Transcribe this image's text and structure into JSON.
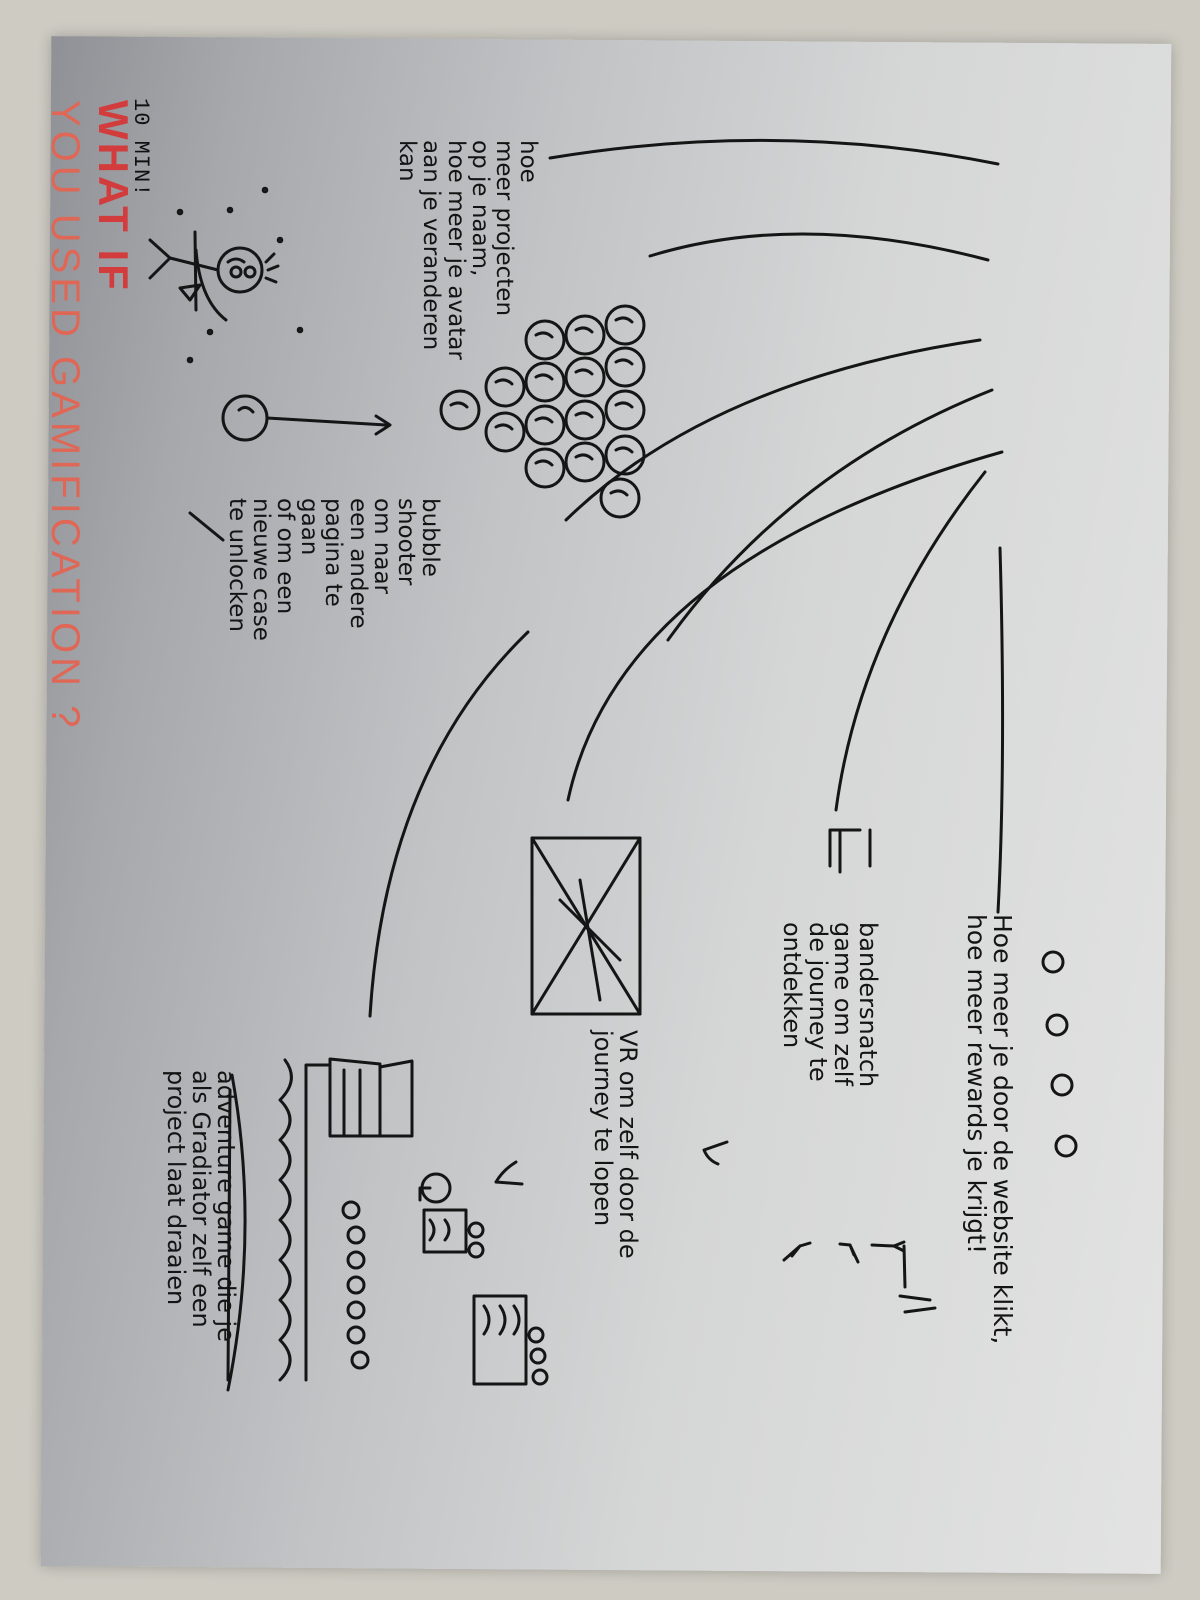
{
  "header": {
    "time_note": "10 MIN!",
    "title_line_1": "WHAT IF",
    "title_line_2": "YOU USED GAMIFICATION ?"
  },
  "ideas": {
    "projects": "hoe\nmeer projecten\nop je naam,\nhoe meer je avatar\naan je veranderen\nkan",
    "bubble": "bubble\nshooter\nom naar\neen andere\npagina te\ngaan\nof om een\nnieuwe case\nte unlocken",
    "rewards": "Hoe meer je door de website klikt,\nhoe meer rewards je krijgt!",
    "bandersnatch": "bandersnatch\ngame om zelf\nde journey te\nontdekken",
    "vr": "VR om zelf door de\njourney te lopen",
    "adventure": "adventure game die je\nals Gradiator zelf een\nproject laat draaien"
  },
  "colors": {
    "ink": "#151515",
    "title_red": "#d23c3c",
    "title_salmon": "#e06656",
    "paper": "#e2e3e2"
  }
}
